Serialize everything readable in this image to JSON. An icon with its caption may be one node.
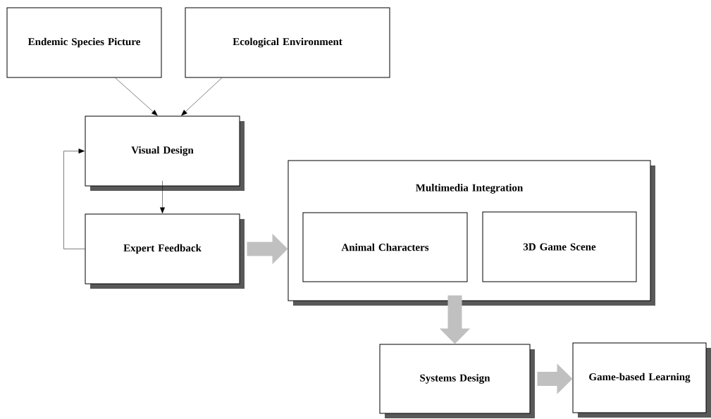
{
  "diagram": {
    "nodes": [
      {
        "text": [
          "Endemic Species Picture"
        ]
      },
      {
        "text": [
          "Ecological Environment"
        ]
      },
      {
        "text": [
          "Visual Design"
        ]
      },
      {
        "text": [
          "Expert Feedback"
        ]
      },
      {
        "text": [
          "Multimedia Integration"
        ]
      },
      {
        "text": [
          "Animal Characters"
        ],
        "in": 4
      },
      {
        "text": [
          "3D Game Scene"
        ],
        "in": 4
      },
      {
        "text": [
          "Systems Design"
        ]
      },
      {
        "text": [
          "Game-based Learning"
        ]
      }
    ],
    "edges": [
      {
        "from": 0,
        "to": 2,
        "arrow": "to"
      },
      {
        "from": 1,
        "to": 2,
        "arrow": "to"
      },
      {
        "from": 2,
        "to": 3,
        "arrow": "to"
      },
      {
        "from": 3,
        "to": 2,
        "arrow": "to"
      },
      {
        "from": 3,
        "to": 4,
        "arrow": "to",
        "style": "thick",
        "color": "#c0c0c0"
      },
      {
        "from": 4,
        "to": 7,
        "arrow": "to",
        "style": "thick",
        "color": "#c0c0c0"
      },
      {
        "from": 7,
        "to": 8,
        "arrow": "to",
        "style": "thick",
        "color": "#c0c0c0"
      }
    ]
  }
}
